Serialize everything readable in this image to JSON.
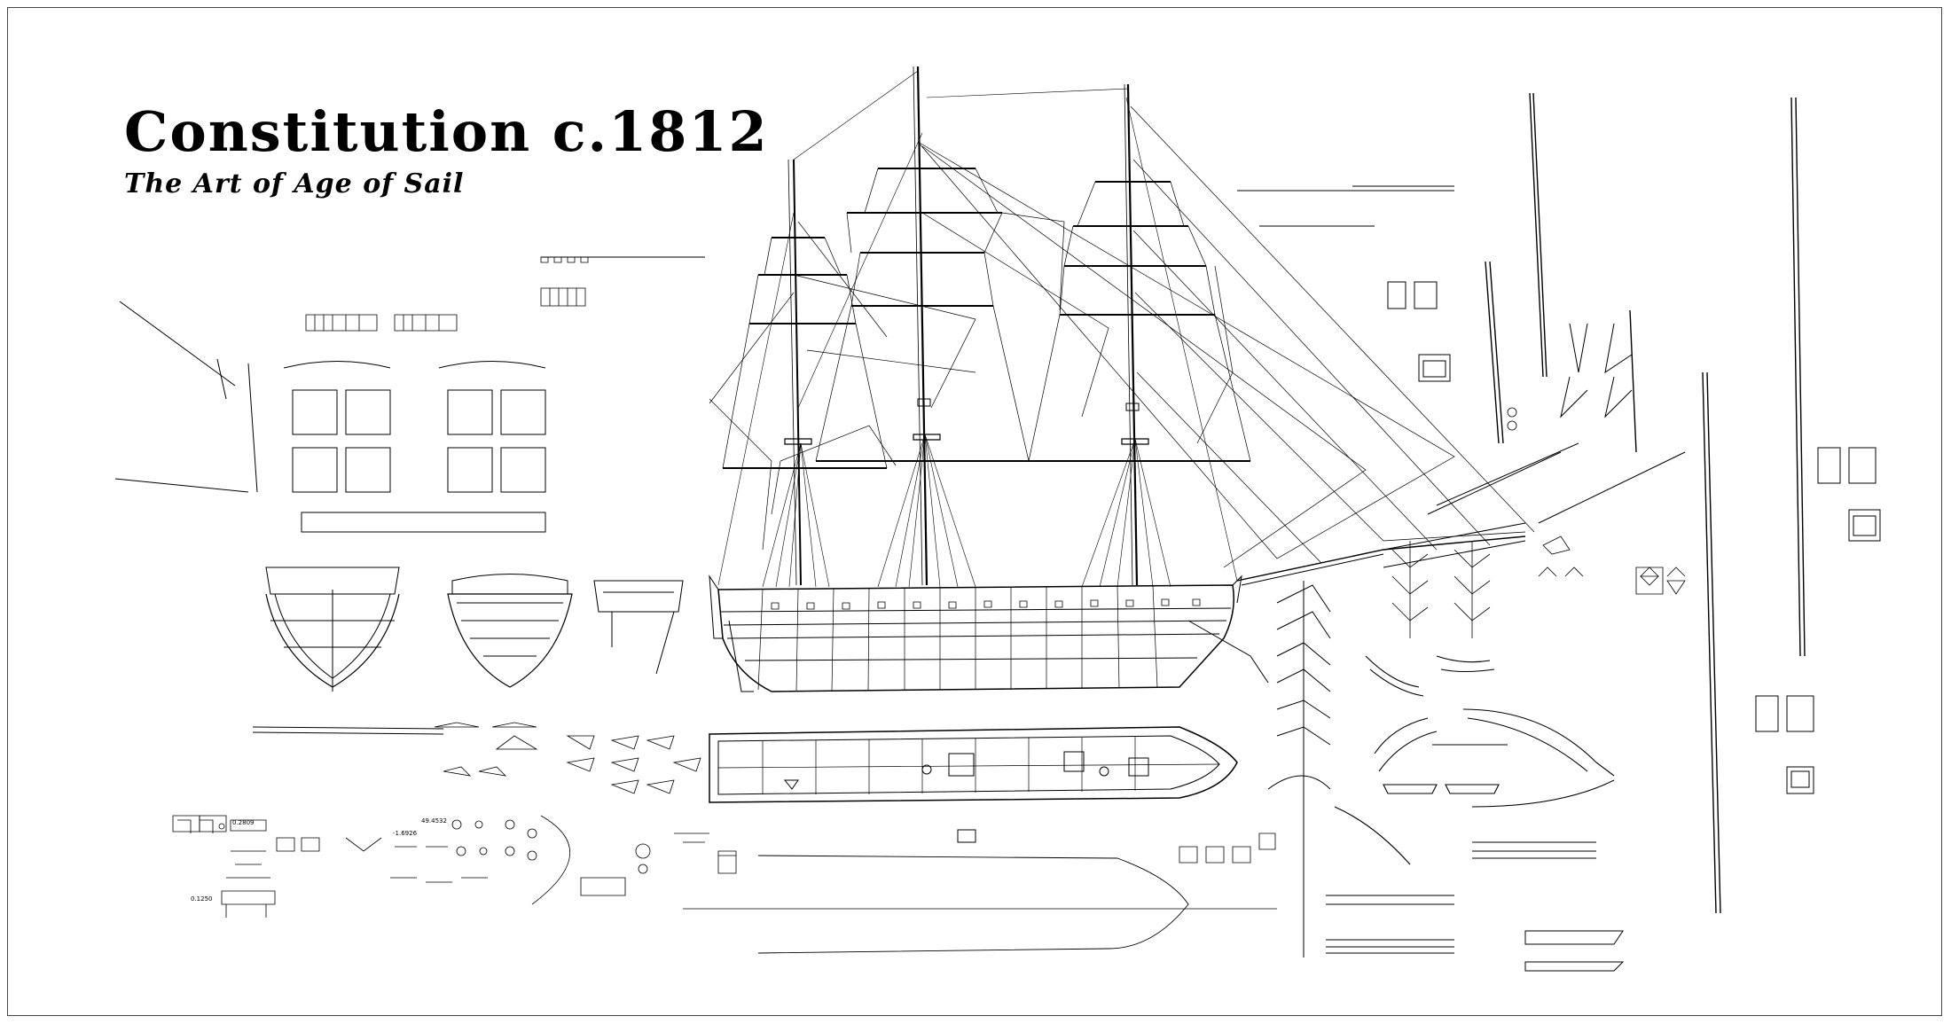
{
  "plan": {
    "title": "Constitution c.1812",
    "subtitle": "The Art of Age of Sail"
  },
  "dimension_labels": [
    {
      "id": "dim-a",
      "text": "0.2809"
    },
    {
      "id": "dim-b",
      "text": "-1.6926"
    },
    {
      "id": "dim-c",
      "text": "49.4532"
    },
    {
      "id": "dim-d",
      "text": "0.1250"
    }
  ],
  "colors": {
    "ink": "#000000",
    "paper": "#ffffff",
    "frame": "#444444"
  }
}
